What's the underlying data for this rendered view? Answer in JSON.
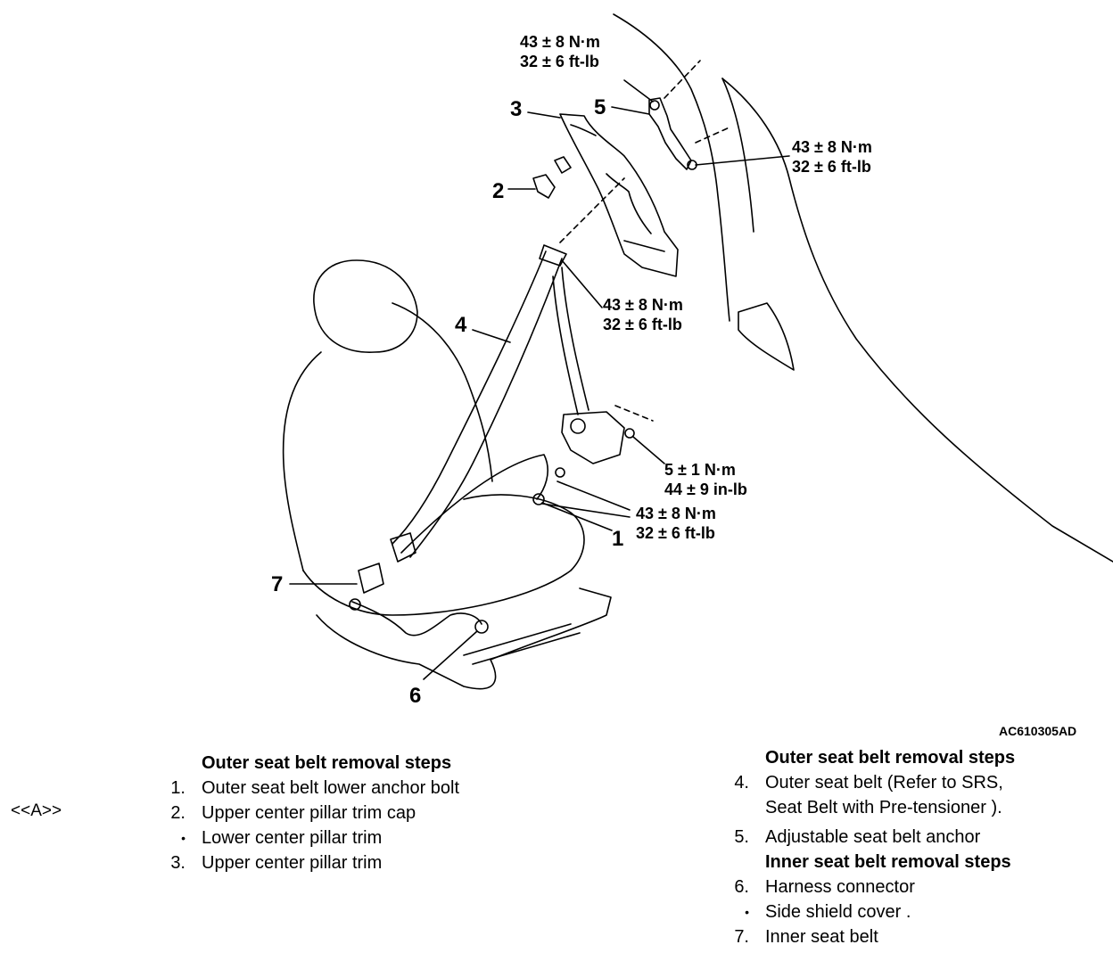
{
  "figure_id": "AC610305AD",
  "reference_mark": "<<A>>",
  "callouts": [
    "1",
    "2",
    "3",
    "4",
    "5",
    "6",
    "7"
  ],
  "torque_specs": {
    "top_upper_bolt": [
      "43 ± 8 N·m",
      "32 ± 6 ft-lb"
    ],
    "top_right_bolt": [
      "43 ± 8 N·m",
      "32 ± 6 ft-lb"
    ],
    "upper_anchor": [
      "43 ± 8 N·m",
      "32 ± 6 ft-lb"
    ],
    "retractor_bolt": [
      "5 ± 1 N·m",
      "44 ± 9 in-lb"
    ],
    "lower_anchor": [
      "43 ± 8 N·m",
      "32 ± 6 ft-lb"
    ]
  },
  "left_column": {
    "heading": "Outer seat belt removal steps",
    "items": [
      {
        "num": "1.",
        "text": "Outer seat belt lower anchor bolt"
      },
      {
        "num": "2.",
        "text": "Upper center pillar trim cap"
      },
      {
        "num": "•",
        "text": "Lower center pillar trim"
      },
      {
        "num": "3.",
        "text": "Upper center pillar trim"
      }
    ]
  },
  "right_column": {
    "heading": "Outer seat belt removal steps",
    "item4_num": "4.",
    "item4_line1": "Outer seat belt (Refer to SRS,",
    "item4_line2": "Seat Belt with Pre-tensioner ).",
    "item5_num": "5.",
    "item5_text": "Adjustable seat belt anchor",
    "heading2": "Inner seat belt removal steps",
    "items2": [
      {
        "num": "6.",
        "text": "Harness connector"
      },
      {
        "num": "•",
        "text": "Side shield cover ."
      },
      {
        "num": "7.",
        "text": "Inner seat belt"
      }
    ]
  }
}
